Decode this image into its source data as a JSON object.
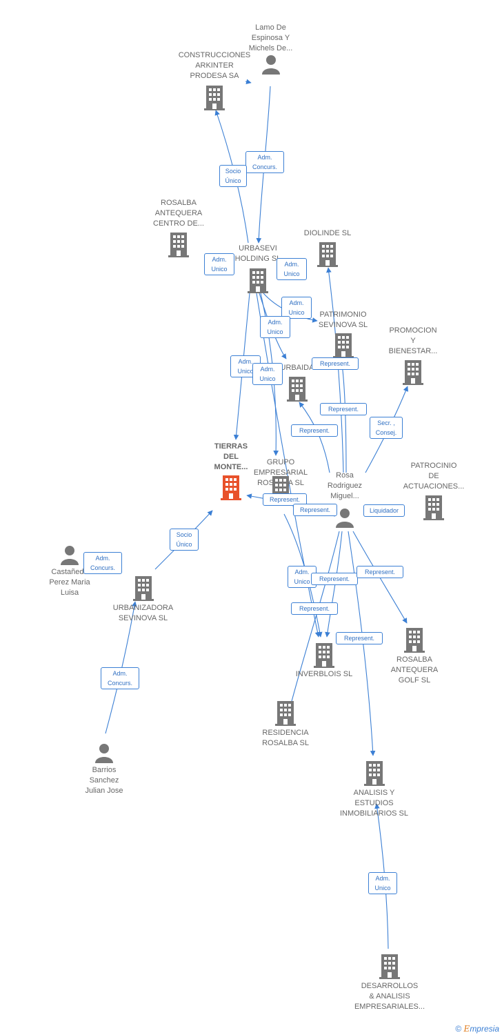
{
  "nodes": {
    "lamo": "Lamo De\nEspinosa Y\nMichels De...",
    "construcciones": "CONSTRUCCIONES\nARKINTER\nPRODESA SA",
    "rosalba_antequera_centro": "ROSALBA\nANTEQUERA\nCENTRO DE...",
    "urbasevi": "URBASEVI\nHOLDING SL",
    "diolinde": "DIOLINDE SL",
    "patrimonio": "PATRIMONIO\nSEVINOVA SL",
    "promocion": "PROMOCION\nY\nBIENESTAR...",
    "urbaida": "URBAIDA",
    "tierras": "TIERRAS\nDEL\nMONTE...",
    "grupo": "GRUPO\nEMPRESARIAL\nROSALBA SL",
    "rosa": "Rosa\nRodriguez\nMiguel...",
    "patrocinio": "PATROCINIO\nDE\nACTUACIONES...",
    "castaneda": "Castañeda\nPerez Maria\nLuisa",
    "urbanizadora": "URBANIZADORA\nSEVINOVA SL",
    "inverblois": "INVERBLOIS SL",
    "rosalba_golf": "ROSALBA\nANTEQUERA\nGOLF SL",
    "residencia": "RESIDENCIA\nROSALBA SL",
    "barrios": "Barrios\nSanchez\nJulian Jose",
    "analisis": "ANALISIS Y\nESTUDIOS\nINMOBILIARIOS SL",
    "desarrollos": "DESARROLLOS\n& ANALISIS\nEMPRESARIALES..."
  },
  "edge_labels": {
    "adm_concurs_lamo": "Adm.\nConcurs.",
    "socio_unico_construcciones": "Socio\nÚnico",
    "adm_unico_1": "Adm.\nUnico",
    "adm_unico_2": "Adm.\nUnico",
    "adm_unico_3": "Adm.\nUnico",
    "adm_unico_4": "Adm.\nUnico",
    "adm_unico_5": "Adm.\nUnico",
    "adm_unico_6": "Adm.\nUnico",
    "represent_1": "Represent.",
    "represent_2": "Represent.",
    "represent_3": "Represent.",
    "secr_consej": "Secr. ,\nConsej.",
    "represent_4": "Represent.",
    "represent_5": "Represent.",
    "liquidador": "Liquidador",
    "socio_unico_tierras": "Socio\nÚnico",
    "adm_concurs_castaneda": "Adm.\nConcurs.",
    "represent_6": "Represent.",
    "represent_7": "Represent.",
    "represent_8": "Represent.",
    "represent_9": "Represent.",
    "adm_concurs_barrios": "Adm.\nConcurs.",
    "adm_unico_7": "Adm.\nUnico"
  },
  "colors": {
    "edge": "#3b7fd4",
    "company": "#777777",
    "focus": "#e8512a",
    "person": "#777777"
  },
  "footer": {
    "copyright": "©",
    "brand_first": "E",
    "brand_rest": "mpresia"
  }
}
